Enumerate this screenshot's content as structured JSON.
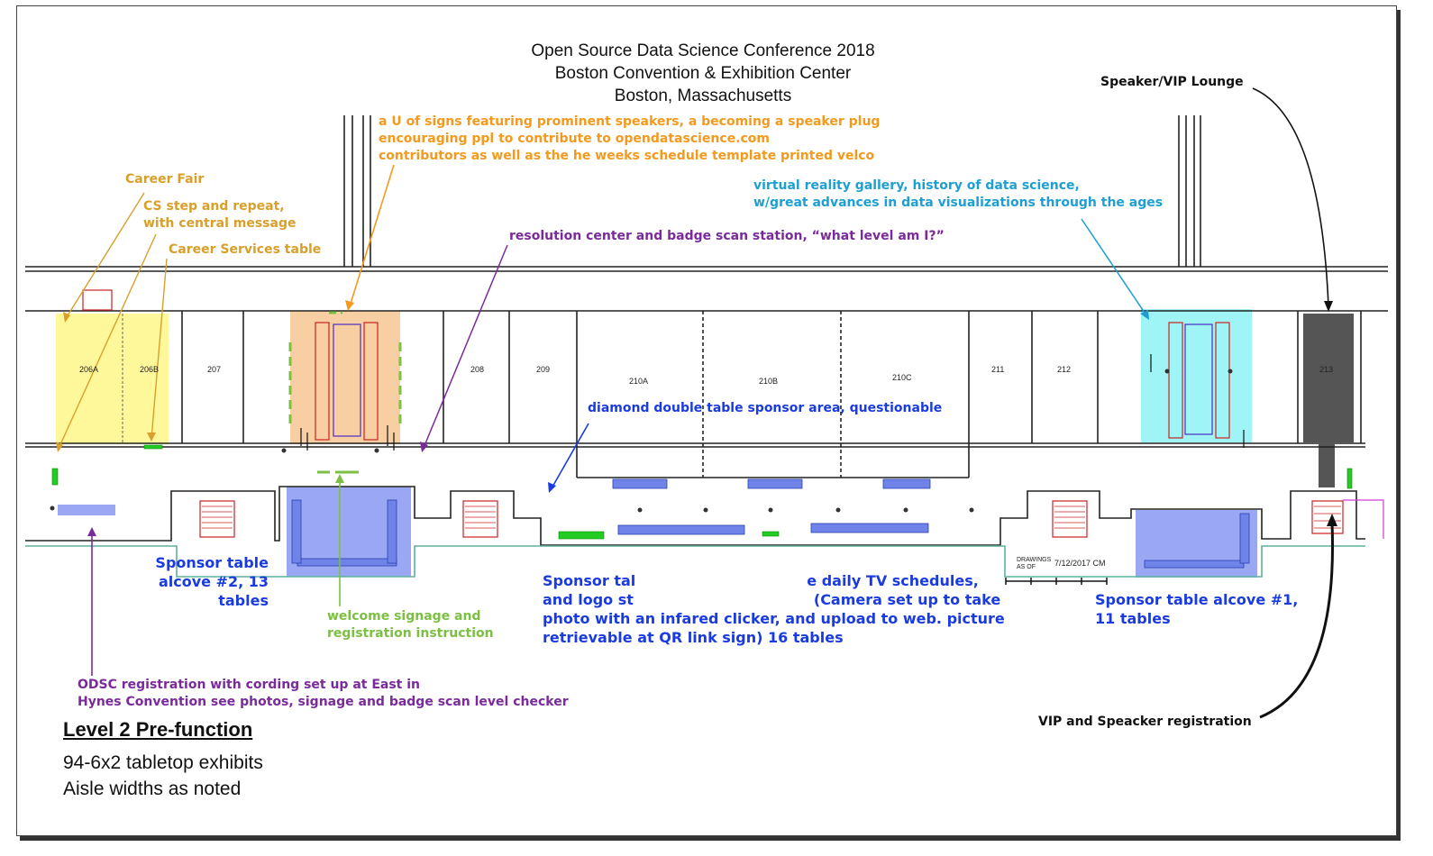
{
  "title": {
    "line1": "Open Source Data Science Conference 2018",
    "line2": "Boston Convention & Exhibition Center",
    "line3": "Boston, Massachusetts"
  },
  "annotations": {
    "speaker_signs": {
      "line1": "a U of signs featuring prominent speakers, a becoming a speaker plug",
      "line2": "encouraging ppl to contribute to opendatascience.com",
      "line3": "contributors as well as the he weeks schedule template printed velco"
    },
    "career_fair": "Career Fair",
    "cs_step": {
      "line1": "CS step and repeat,",
      "line2": "with central message"
    },
    "career_services": "Career Services table",
    "resolution_center": "resolution center and badge scan station, “what level am I?”",
    "vr_gallery": {
      "line1": "virtual reality gallery, history of data science,",
      "line2": "w/great advances in data visualizations through the ages"
    },
    "speaker_lounge": "Speaker/VIP Lounge",
    "diamond_area": "diamond double table sponsor area, questionable",
    "sponsor_alcove2": {
      "line1": "Sponsor table",
      "line2": "alcove #2, 13",
      "line3": "tables"
    },
    "welcome_signage": {
      "line1": "welcome signage and",
      "line2": "registration instruction"
    },
    "sponsor_center": {
      "line1a": "Sponsor tal",
      "line1b": "e daily TV schedules,",
      "line2a": "and logo st",
      "line2b": "(Camera set up to take",
      "line3": "photo with an infared clicker, and upload to web. picture",
      "line4": "retrievable at QR link sign) 16 tables"
    },
    "sponsor_alcove1": {
      "line1": "Sponsor table alcove #1,",
      "line2": "11 tables"
    },
    "odsc_registration": {
      "line1": "ODSC registration with cording set up at East in",
      "line2": "Hynes Convention see photos, signage and badge scan level checker"
    },
    "vip_registration": "VIP and Speacker registration"
  },
  "legend": {
    "title": "Level 2 Pre-function",
    "line1": "94-6x2 tabletop exhibits",
    "line2": "Aisle widths as noted"
  },
  "rooms": {
    "r206a": "206A",
    "r206b": "206B",
    "r207": "207",
    "r208": "208",
    "r209": "209",
    "r210a": "210A",
    "r210b": "210B",
    "r210c": "210C",
    "r211": "211",
    "r212": "212",
    "r213": "213"
  },
  "drawing_stamp": {
    "label": "DRAWINGS AS OF",
    "date": "7/12/2017 CM"
  },
  "colors": {
    "career_zone": "#fff89a",
    "speaker_zone": "#f8cfa3",
    "vr_zone": "#9ff5f5",
    "sponsor_zone": "#9aa8f4",
    "lounge_zone": "#555555",
    "orange_text": "#f39a1e",
    "gold_text": "#d8a02a",
    "purple_text": "#7b2a9c",
    "cyan_text": "#1e9fd4",
    "blue_text": "#1a3be0",
    "green_text": "#7cc043"
  }
}
